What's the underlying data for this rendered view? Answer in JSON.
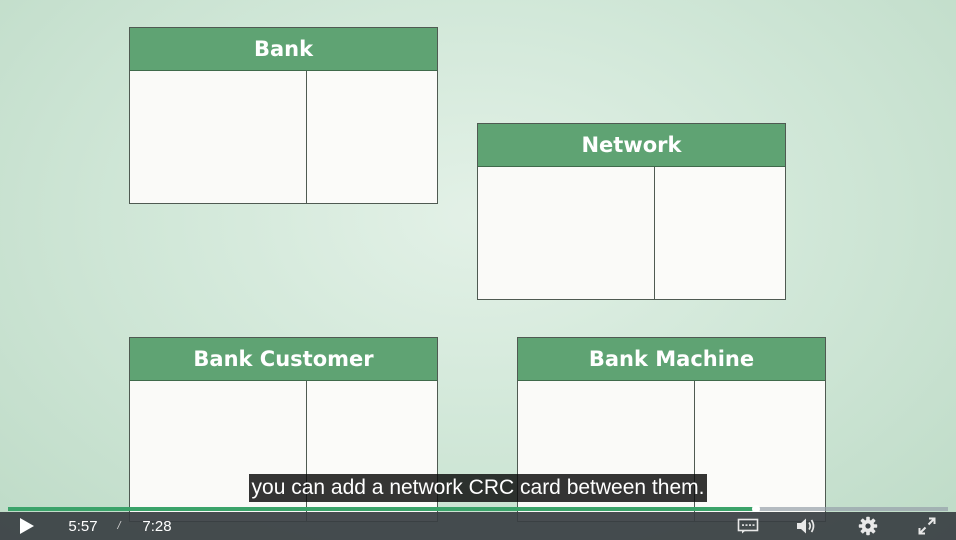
{
  "cards": [
    {
      "title": "Bank"
    },
    {
      "title": "Network"
    },
    {
      "title": "Bank Customer"
    },
    {
      "title": "Bank Machine"
    }
  ],
  "caption": "you can add a network CRC card between them.",
  "player": {
    "current_time": "5:57",
    "separator": "/",
    "duration": "7:28",
    "progress_fraction": 0.796,
    "icons": {
      "play": "play-icon",
      "captions": "captions-icon",
      "volume": "volume-icon",
      "settings": "gear-icon",
      "fullscreen": "fullscreen-icon"
    }
  },
  "colors": {
    "header_green": "#5fa373",
    "progress_green": "#3ba36a"
  }
}
